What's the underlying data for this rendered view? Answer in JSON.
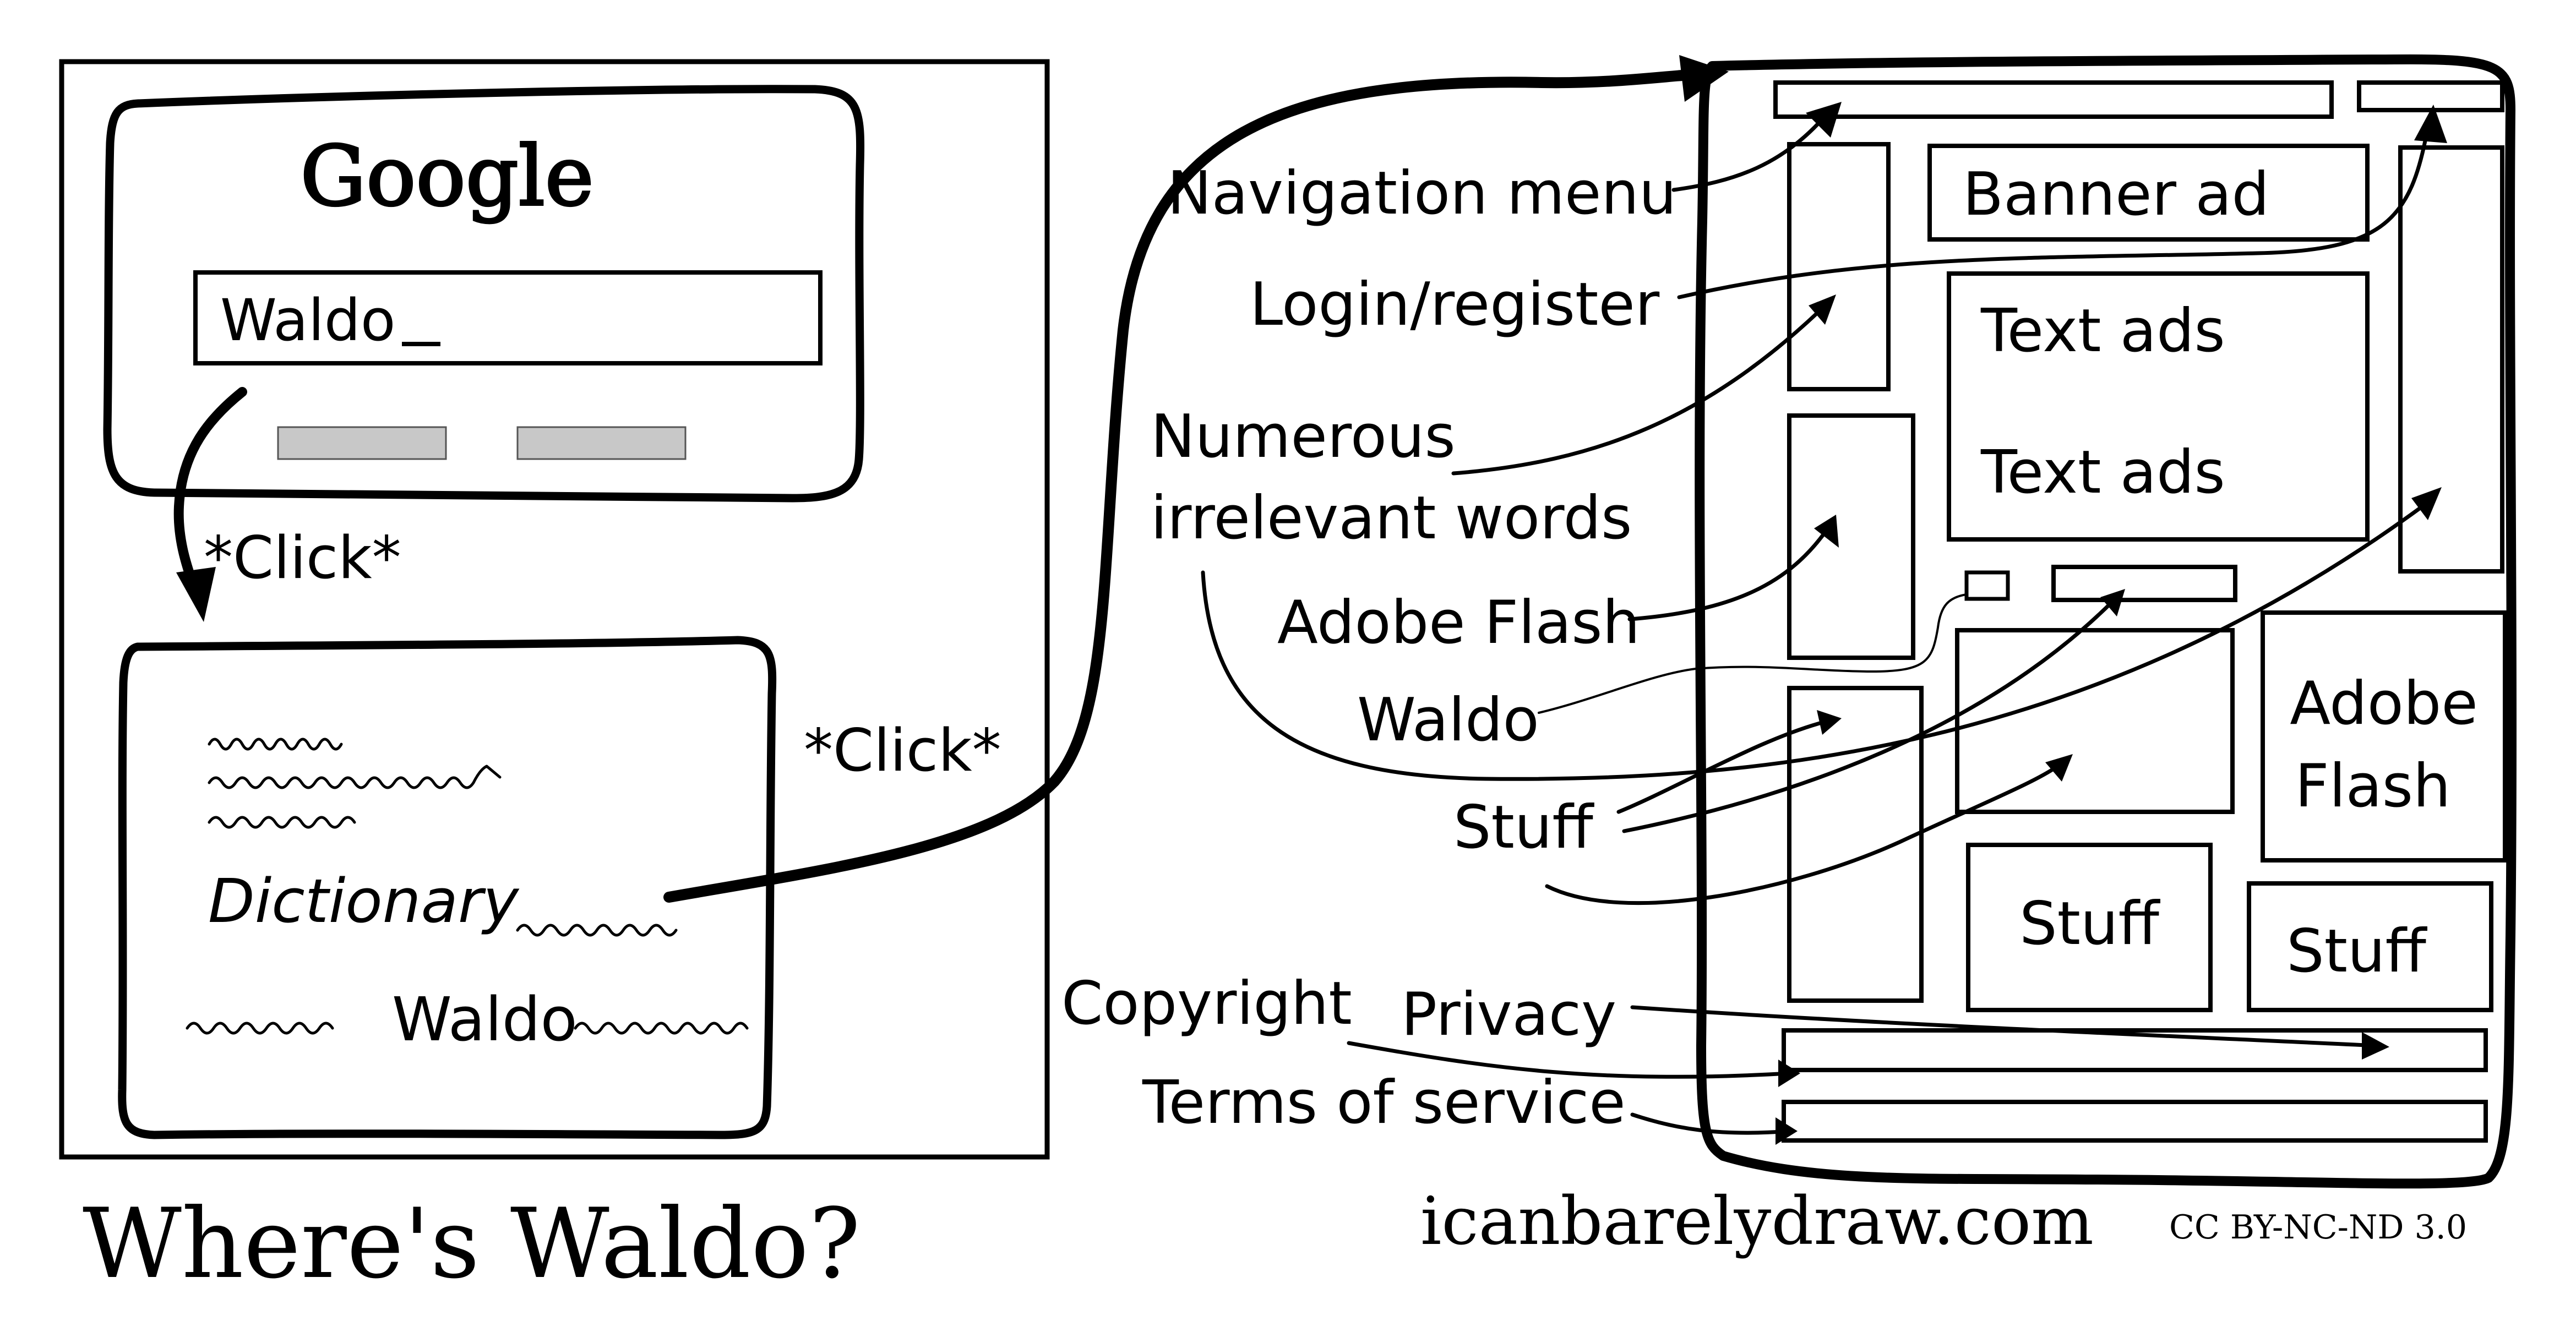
{
  "left_panel": {
    "search_logo": "Google",
    "search_query": "Waldo",
    "click_label_1": "*Click*",
    "click_label_2": "*Click*",
    "result_heading": "Dictionary",
    "result_word": "Waldo"
  },
  "callouts": {
    "navigation_menu": "Navigation menu",
    "login_register": "Login/register",
    "numerous_line1": "Numerous",
    "numerous_line2": "irrelevant words",
    "adobe_flash": "Adobe Flash",
    "waldo": "Waldo",
    "stuff": "Stuff",
    "copyright": "Copyright",
    "privacy": "Privacy",
    "terms": "Terms of service"
  },
  "webpage_blocks": {
    "banner_ad": "Banner ad",
    "text_ads_1": "Text ads",
    "text_ads_2": "Text ads",
    "adobe_flash_line1": "Adobe",
    "adobe_flash_line2": "Flash",
    "stuff_1": "Stuff",
    "stuff_2": "Stuff"
  },
  "footer": {
    "title": "Where's Waldo?",
    "site": "icanbarelydraw.com",
    "license": "CC BY-NC-ND 3.0"
  }
}
